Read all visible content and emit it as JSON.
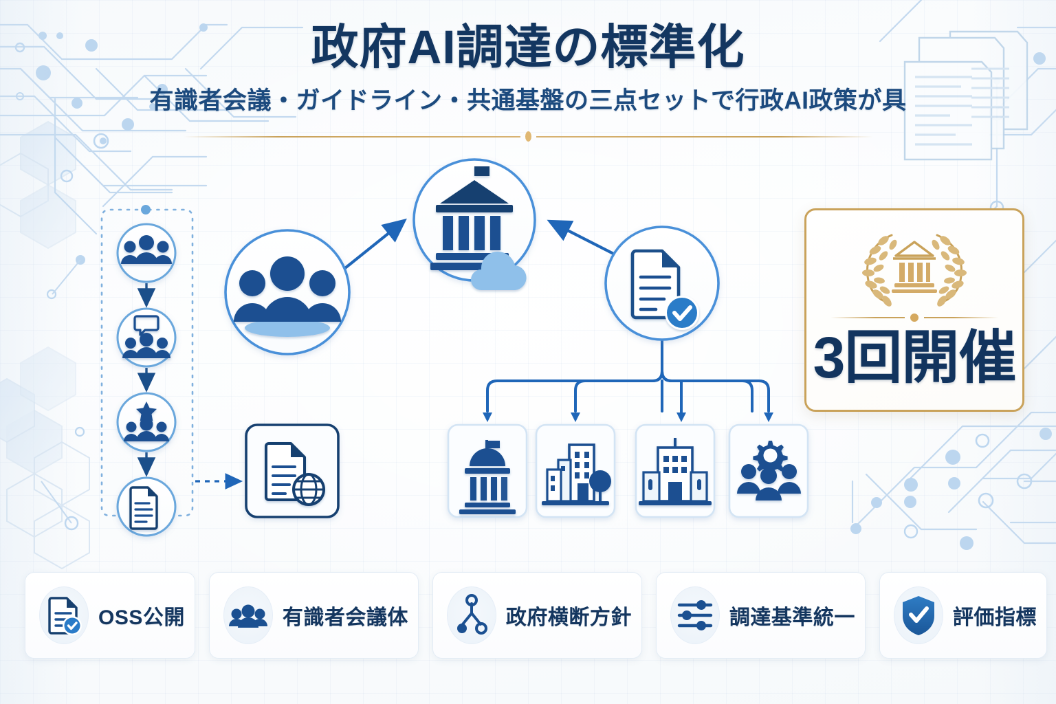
{
  "header": {
    "title": "政府AI調達の標準化",
    "subtitle": "有識者会議・ガイドライン・共通基盤の三点セットで行政AI政策が具",
    "divider_icon": "gold-divider-dot"
  },
  "highlight_card": {
    "emblem_icon": "laurel-wreath-government-building-icon",
    "divider_icon": "gold-divider-dot",
    "value": "3回開催",
    "border_color": "#c9a25a"
  },
  "diagram": {
    "colors": {
      "node_stroke": "#4a90d9",
      "node_stroke_dark": "#1b4f8a",
      "icon_navy": "#1b5091",
      "icon_navy_dark": "#17406f",
      "icon_light_blue": "#8fc0ea",
      "connector": "#1f66b8",
      "dashed_container": "#7fb0de"
    },
    "flow_chain": {
      "container": "dashed-rounded-container",
      "steps": [
        {
          "icon": "people-group-icon",
          "label": ""
        },
        {
          "icon": "people-discussion-icon",
          "label": ""
        },
        {
          "icon": "people-star-icon",
          "label": ""
        },
        {
          "icon": "document-icon",
          "label": ""
        }
      ],
      "arrow_icon": "arrow-down-icon",
      "exit_arrow_icon": "dashed-arrow-right-icon"
    },
    "output_node": {
      "icon": "document-globe-icon",
      "label": ""
    },
    "main_nodes": [
      {
        "id": "experts",
        "icon": "people-group-large-icon",
        "label": ""
      },
      {
        "id": "government",
        "icon": "government-building-cloud-icon",
        "label": ""
      },
      {
        "id": "guideline",
        "icon": "document-check-icon",
        "label": ""
      }
    ],
    "arrows": [
      {
        "from": "experts",
        "to": "government",
        "icon": "arrow-right-up-icon"
      },
      {
        "from": "guideline",
        "to": "government",
        "icon": "arrow-left-up-icon"
      }
    ],
    "child_nodes": [
      {
        "icon": "capitol-building-icon",
        "label": ""
      },
      {
        "icon": "city-buildings-icon",
        "label": ""
      },
      {
        "icon": "municipal-building-icon",
        "label": ""
      },
      {
        "icon": "people-gear-icon",
        "label": ""
      }
    ]
  },
  "badges": [
    {
      "icon": "document-check-icon",
      "label": "OSS公開"
    },
    {
      "icon": "people-group-icon",
      "label": "有識者会議体"
    },
    {
      "icon": "network-branch-icon",
      "label": "政府横断方針"
    },
    {
      "icon": "sliders-icon",
      "label": "調達基準統一"
    },
    {
      "icon": "shield-check-icon",
      "label": "評価指標"
    }
  ],
  "background": {
    "motifs": [
      "circuit-traces",
      "hexagon-honeycomb",
      "document-stack-watermark",
      "grid-lines"
    ],
    "trace_color": "#c3d9ef",
    "hex_color": "#dbe7f3"
  }
}
